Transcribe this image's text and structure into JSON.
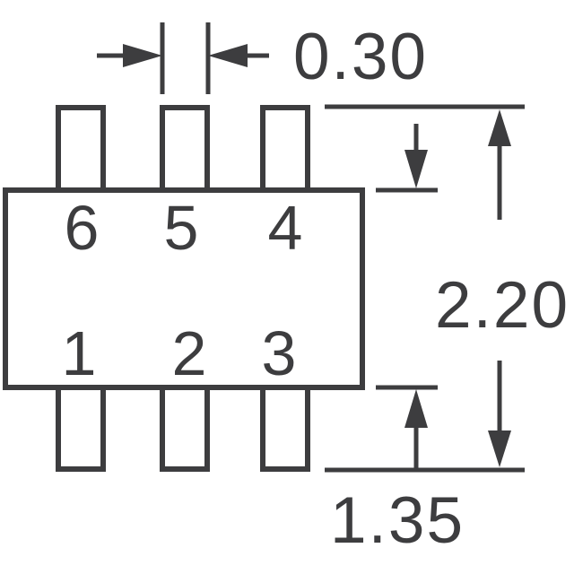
{
  "drawing": {
    "description": "6-lead surface-mount package top-view dimension drawing",
    "colors": {
      "line": "#3d3d3f",
      "background": "#ffffff"
    },
    "pin_labels": {
      "top_row": [
        "6",
        "5",
        "4"
      ],
      "bottom_row": [
        "1",
        "2",
        "3"
      ]
    },
    "dimensions": {
      "lead_width": "0.30",
      "overall_height": "2.20",
      "bottom_width": "1.35"
    }
  }
}
